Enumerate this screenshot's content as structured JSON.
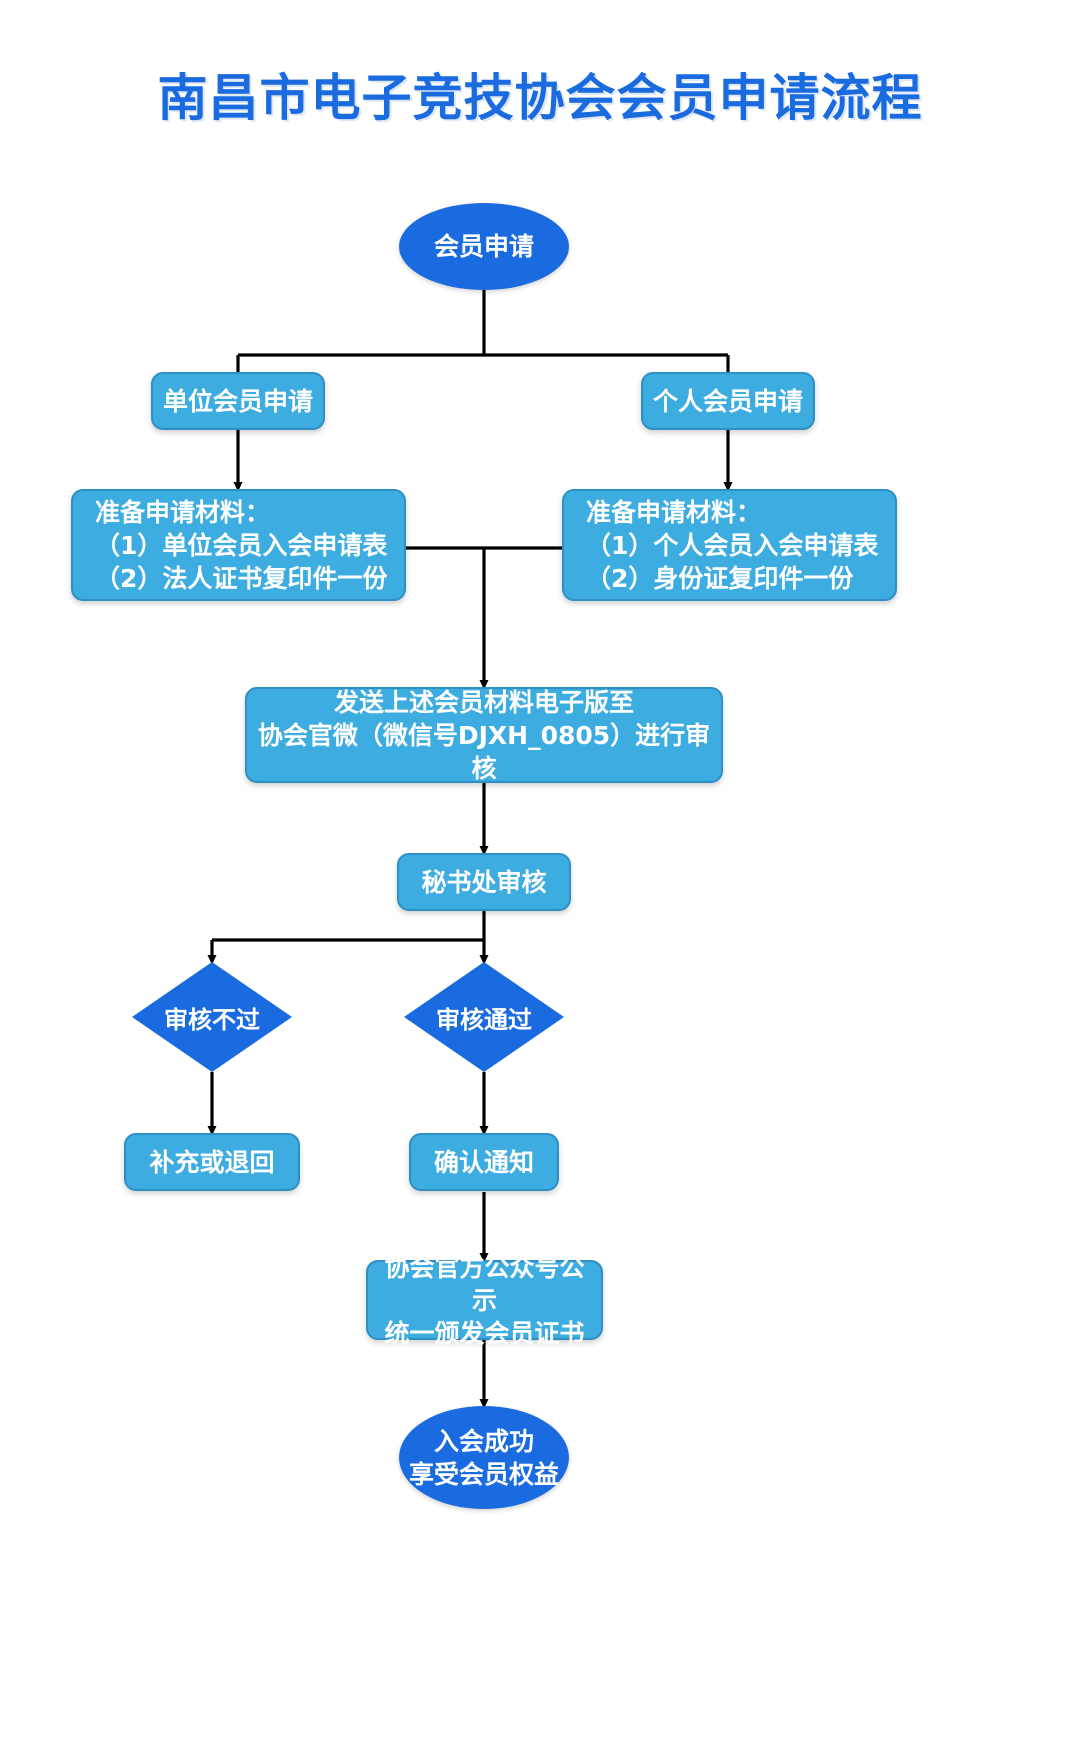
{
  "title": "南昌市电子竞技协会会员申请流程",
  "colors": {
    "title": "#1A6BE0",
    "primary_dark": "#1A6BE0",
    "primary_light": "#3DACE0",
    "light_border": "#2E8FC4",
    "edge": "#000000",
    "background": "#FFFFFF"
  },
  "nodes": {
    "start": {
      "label": "会员申请",
      "shape": "ellipse"
    },
    "unit_apply": {
      "label": "单位会员申请",
      "shape": "rounded-rect"
    },
    "person_apply": {
      "label": "个人会员申请",
      "shape": "rounded-rect"
    },
    "unit_materials": {
      "shape": "rounded-rect",
      "lines": [
        "准备申请材料：",
        "（1）单位会员入会申请表",
        "（2）法人证书复印件一份"
      ]
    },
    "person_materials": {
      "shape": "rounded-rect",
      "lines": [
        "准备申请材料：",
        "（1）个人会员入会申请表",
        "（2）身份证复印件一份"
      ]
    },
    "send_materials": {
      "shape": "rounded-rect",
      "lines": [
        "发送上述会员材料电子版至",
        "协会官微（微信号DJXH_0805）进行审核"
      ]
    },
    "secretariat_review": {
      "label": "秘书处审核",
      "shape": "rounded-rect"
    },
    "review_fail": {
      "label": "审核不过",
      "shape": "diamond"
    },
    "review_pass": {
      "label": "审核通过",
      "shape": "diamond"
    },
    "supplement_return": {
      "label": "补充或退回",
      "shape": "rounded-rect"
    },
    "confirm_notice": {
      "label": "确认通知",
      "shape": "rounded-rect"
    },
    "publicity": {
      "shape": "rounded-rect",
      "lines": [
        "协会官方公众号公示",
        "统一颁发会员证书"
      ]
    },
    "success": {
      "shape": "ellipse",
      "lines": [
        "入会成功",
        "享受会员权益"
      ]
    }
  }
}
